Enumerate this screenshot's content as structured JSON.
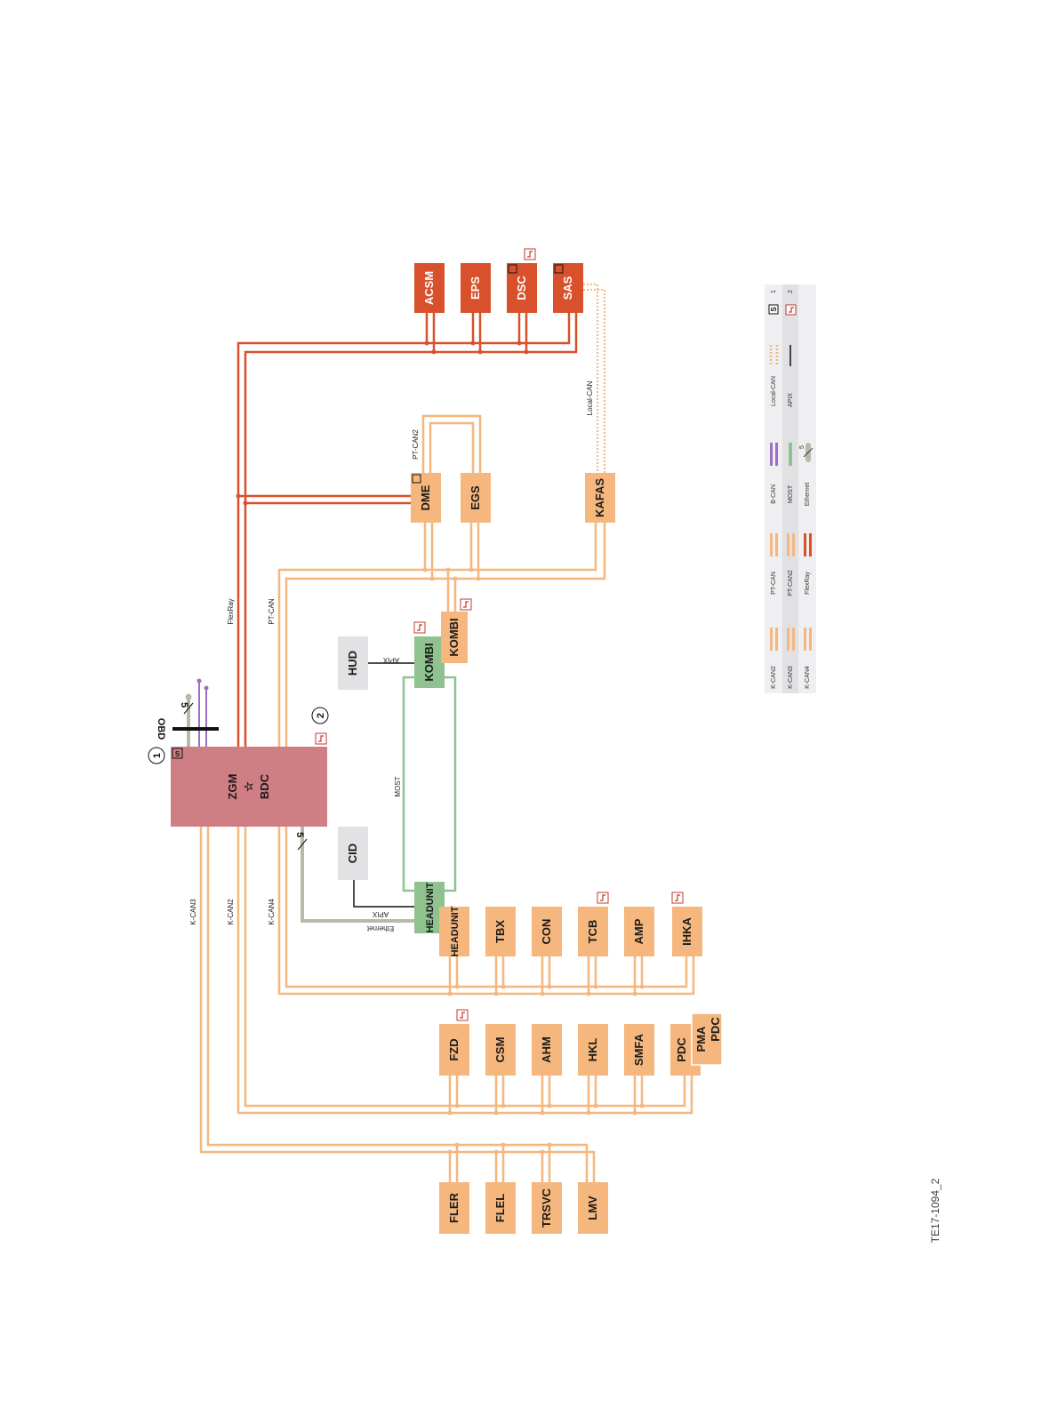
{
  "diagram": {
    "reference": "TE17-1094_2",
    "gateway": {
      "line1": "ZGM",
      "line2": "BDC",
      "star": "☆"
    },
    "obd_label": "OBD",
    "callouts": [
      "1",
      "2"
    ],
    "ethernet_count": "5",
    "buses": {
      "flexray": "FlexRay",
      "ptcan": "PT-CAN",
      "ptcan2": "PT-CAN2",
      "localcan": "Local-CAN",
      "most": "MOST",
      "apix_hud": "APIX",
      "apix_cid": "APIX",
      "ethernet": "Ethernet",
      "kcan2": "K-CAN2",
      "kcan3": "K-CAN3",
      "kcan4": "K-CAN4"
    },
    "chassis_ecus": [
      "ACSM",
      "EPS",
      "DSC",
      "SAS"
    ],
    "powertrain_ecus": [
      "DME",
      "EGS",
      "KAFAS"
    ],
    "kombi_ecus": {
      "most_kombi": "KOMBI",
      "pt_kombi": "KOMBI"
    },
    "displays": {
      "hud": "HUD",
      "cid": "CID"
    },
    "kcan4_ecus": [
      "HEADUNIT",
      "TBX",
      "CON",
      "TCB",
      "AMP",
      "IHKA"
    ],
    "kcan2_ecus": [
      "FZD",
      "CSM",
      "AHM",
      "HKL",
      "SMFA",
      "PDC",
      "PMA",
      "PDC"
    ],
    "kcan3_ecus": [
      "FLER",
      "FLEL",
      "TRSVC",
      "LMV"
    ],
    "headunit_most": "HEADUNIT",
    "legend": {
      "rows": [
        [
          "K-CAN2",
          "PT-CAN",
          "B-CAN",
          "Local-CAN",
          "S",
          "1"
        ],
        [
          "K-CAN3",
          "PT-CAN2",
          "MOST",
          "APIX",
          "",
          "2"
        ],
        [
          "K-CAN4",
          "FlexRay",
          "Ethernet",
          "",
          "",
          ""
        ]
      ],
      "ethernet_count": "5"
    },
    "colors": {
      "can_orange": "#f5b77d",
      "flexray_red": "#d9512c",
      "gateway_pink": "#cf7f84",
      "most_green": "#8fc28f",
      "bcan_purple": "#9b6fc6",
      "ethernet_gray": "#b9b9aa",
      "display_gray": "#e2e2e4"
    }
  }
}
